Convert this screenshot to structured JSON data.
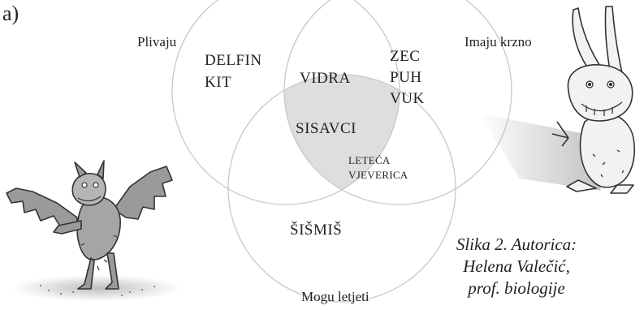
{
  "panel_label": "a)",
  "sets": {
    "swim": "Plivaju",
    "fur": "Imaju krzno",
    "fly": "Mogu letjeti"
  },
  "members": {
    "swim_only": [
      "DELFIN",
      "KIT"
    ],
    "fur_only": [
      "ZEC",
      "PUH",
      "VUK"
    ],
    "swim_and_fur": "VIDRA",
    "all_three": "SISAVCI",
    "fur_and_fly": [
      "LETEĆA",
      "VJEVERICA"
    ],
    "fly_only": "ŠIŠMIŠ"
  },
  "caption": [
    "Slika 2. Autorica:",
    "Helena Valečić,",
    "prof. biologije"
  ],
  "colors": {
    "circle_stroke": "#c8c8c8",
    "center_fill": "#dedede",
    "text": "#222222"
  },
  "illustrations": [
    "bat-cartoon",
    "rabbit-cartoon"
  ]
}
